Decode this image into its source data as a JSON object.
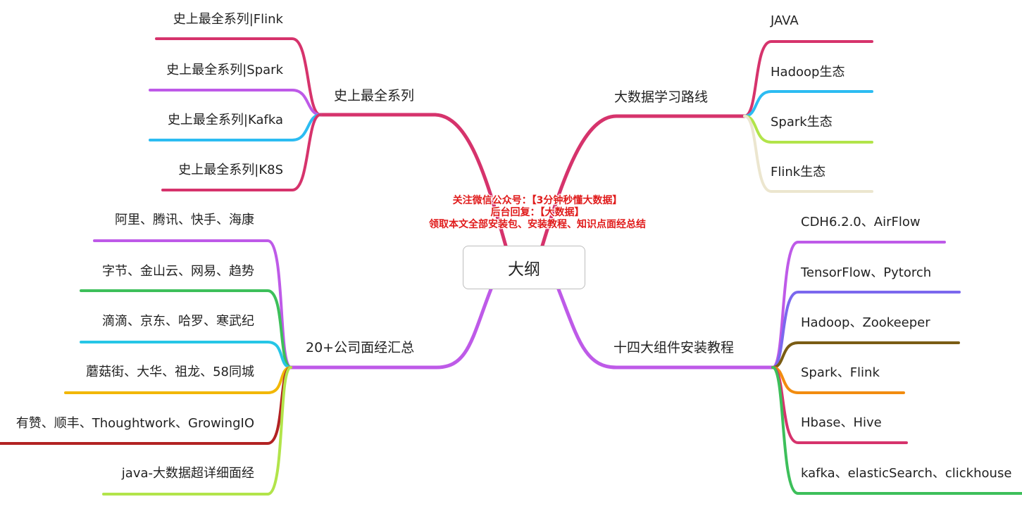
{
  "root": {
    "label": "大纲"
  },
  "overlay": {
    "lines": [
      "关注微信公众号：【3分钟秒懂大数据】",
      "后台回复：【大数据】",
      "领取本文全部安装包、安装教程、知识点面经总结"
    ],
    "color": "#e01b1b"
  },
  "branches": [
    {
      "key": "series",
      "label": "史上最全系列",
      "color": "#d6336c",
      "children": [
        {
          "label": "史上最全系列|Flink",
          "color": "#d6336c"
        },
        {
          "label": "史上最全系列|Spark",
          "color": "#be5ae8"
        },
        {
          "label": "史上最全系列|Kafka",
          "color": "#2cbcf2"
        },
        {
          "label": "史上最全系列|K8S",
          "color": "#d6336c"
        }
      ]
    },
    {
      "key": "route",
      "label": "大数据学习路线",
      "color": "#d6336c",
      "children": [
        {
          "label": "JAVA",
          "color": "#d6336c"
        },
        {
          "label": "Hadoop生态",
          "color": "#2cbcf2"
        },
        {
          "label": "Spark生态",
          "color": "#b2e44a"
        },
        {
          "label": "Flink生态",
          "color": "#ece6cf"
        }
      ]
    },
    {
      "key": "interview",
      "label": "20+公司面经汇总",
      "color": "#be5ae8",
      "children": [
        {
          "label": "阿里、腾讯、快手、海康",
          "color": "#be5ae8"
        },
        {
          "label": "字节、金山云、网易、趋势",
          "color": "#3dbf5a"
        },
        {
          "label": "滴滴、京东、哈罗、寒武纪",
          "color": "#26c6e6"
        },
        {
          "label": "蘑菇街、大华、祖龙、58同城",
          "color": "#f2b705"
        },
        {
          "label": "有赞、顺丰、Thoughtwork、GrowingIO",
          "color": "#b22222"
        },
        {
          "label": "java-大数据超详细面经",
          "color": "#b2e44a"
        }
      ]
    },
    {
      "key": "install",
      "label": "十四大组件安装教程",
      "color": "#be5ae8",
      "children": [
        {
          "label": "CDH6.2.0、AirFlow",
          "color": "#be5ae8"
        },
        {
          "label": "TensorFlow、Pytorch",
          "color": "#7b68ee"
        },
        {
          "label": "Hadoop、Zookeeper",
          "color": "#7a5c14"
        },
        {
          "label": "Spark、Flink",
          "color": "#f28c0f"
        },
        {
          "label": "Hbase、Hive",
          "color": "#d6336c"
        },
        {
          "label": "kafka、elasticSearch、clickhouse",
          "color": "#3dbf5a"
        }
      ]
    }
  ]
}
